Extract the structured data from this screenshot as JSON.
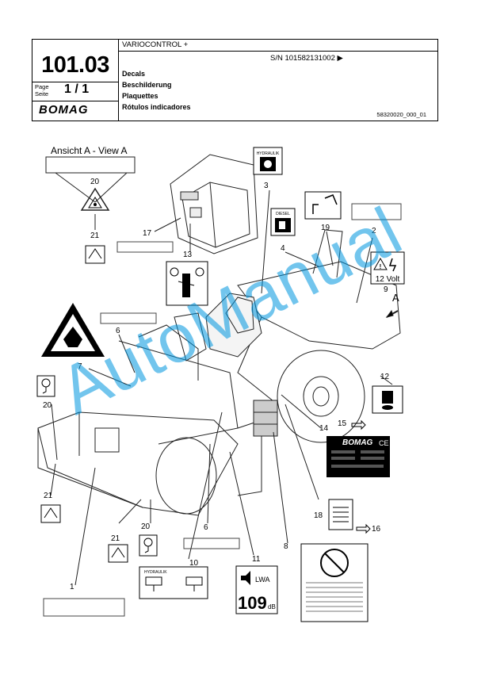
{
  "header": {
    "doc_number": "101.03",
    "page_label": "Page",
    "seite_label": "Seite",
    "page_value": "1 / 1",
    "brand": "BOMAG",
    "model": "VARIOCONTROL +",
    "serial": "S/N 101582131002",
    "titles": [
      "Decals",
      "Beschilderung",
      "Plaquettes",
      "Rótulos indicadores"
    ],
    "ref_code": "58320020_000_01"
  },
  "view_label": "Ansicht A - View A",
  "decal_texts": {
    "hydraulic_top": "HYDRAULIK",
    "diesel": "DIESEL",
    "volt": "12 Volt",
    "hydraulik_panel": "HYDRAULIK",
    "lwa": "LWA",
    "db_value": "109",
    "db_unit": "dB",
    "plate_brand": "BOMAG",
    "plate_ce": "CE",
    "arrow_label": "A"
  },
  "callouts": {
    "c1": "1",
    "c2": "2",
    "c3": "3",
    "c4": "4",
    "c6a": "6",
    "c6b": "6",
    "c7": "7",
    "c8": "8",
    "c9": "9",
    "c10": "10",
    "c11": "11",
    "c12": "12",
    "c13": "13",
    "c14": "14",
    "c15": "15",
    "c16": "16",
    "c17": "17",
    "c18": "18",
    "c19": "19",
    "c20a": "20",
    "c20b": "20",
    "c20c": "20",
    "c21a": "21",
    "c21b": "21",
    "c21c": "21"
  },
  "watermark": "AutoManual"
}
